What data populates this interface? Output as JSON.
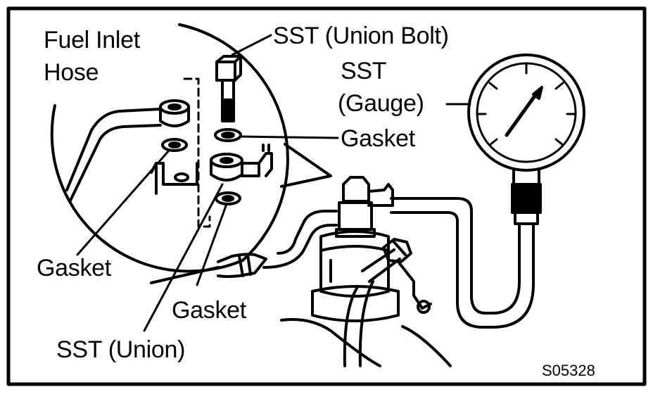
{
  "labels": {
    "fuel_inlet_line1": "Fuel Inlet",
    "fuel_inlet_line2": "Hose",
    "sst_union_bolt": "SST (Union Bolt)",
    "sst_gauge_line1": "SST",
    "sst_gauge_line2": "(Gauge)",
    "gasket_right": "Gasket",
    "gasket_left": "Gasket",
    "gasket_bottom": "Gasket",
    "sst_union": "SST (Union)"
  },
  "figure_code": "S05328"
}
